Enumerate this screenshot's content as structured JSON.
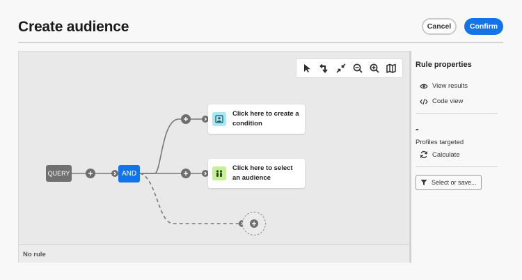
{
  "header": {
    "title": "Create audience",
    "cancel_label": "Cancel",
    "confirm_label": "Confirm"
  },
  "toolbar": {
    "tools": [
      "select-pointer-icon",
      "reroute-icon",
      "collapse-icon",
      "zoom-out-icon",
      "zoom-in-icon",
      "map-icon"
    ]
  },
  "canvas": {
    "query_label": "QUERY",
    "and_label": "AND",
    "cards": [
      {
        "text": "Click here to create a condition",
        "icon": "condition-icon",
        "icon_bg": "#a9e7f4"
      },
      {
        "text": "Click here to select an audience",
        "icon": "audience-icon",
        "icon_bg": "#c7ef9a"
      }
    ],
    "footer_label": "No rule"
  },
  "panel": {
    "title": "Rule properties",
    "view_results": "View results",
    "code_view": "Code view",
    "count_value": "-",
    "profiles_targeted": "Profiles targeted",
    "calculate": "Calculate",
    "select_or_save": "Select or save..."
  },
  "colors": {
    "accent": "#1473e6",
    "query_node": "#707070",
    "canvas_bg": "#e9e9e9"
  }
}
